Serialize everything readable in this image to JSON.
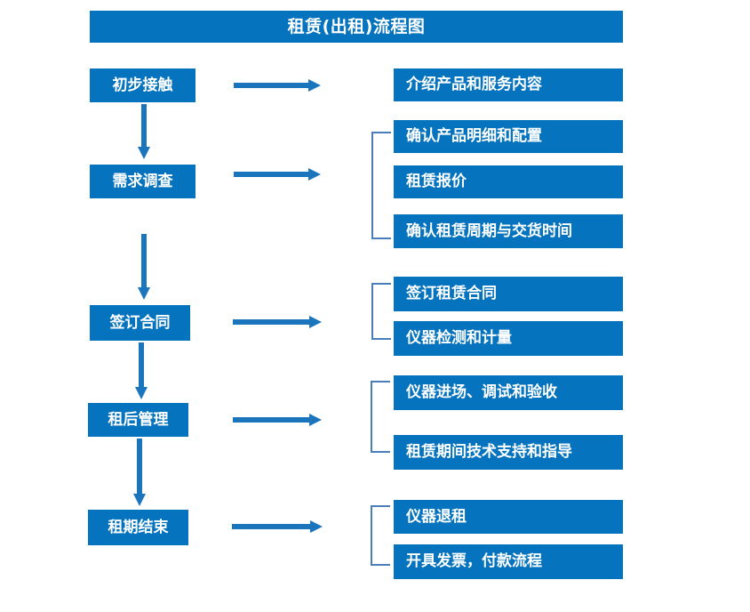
{
  "title": {
    "text": "租赁(出租)流程图"
  },
  "colors": {
    "box_fill": "#0573BD",
    "box_text": "#FFFFFF",
    "arrow": "#1A75BC",
    "bracket": "#4A7EBB",
    "background": "#FFFFFF"
  },
  "stages": [
    {
      "id": "stage-1",
      "label": "初步接触"
    },
    {
      "id": "stage-2",
      "label": "需求调查"
    },
    {
      "id": "stage-3",
      "label": "签订合同"
    },
    {
      "id": "stage-4",
      "label": "租后管理"
    },
    {
      "id": "stage-5",
      "label": "租期结束"
    }
  ],
  "groups": [
    {
      "id": "group-1",
      "stage": "初步接触",
      "bracketed": false,
      "tasks": [
        {
          "id": "task-1-1",
          "label": "介绍产品和服务内容"
        }
      ]
    },
    {
      "id": "group-2",
      "stage": "需求调查",
      "bracketed": true,
      "tasks": [
        {
          "id": "task-2-1",
          "label": "确认产品明细和配置"
        },
        {
          "id": "task-2-2",
          "label": "租赁报价"
        },
        {
          "id": "task-2-3",
          "label": "确认租赁周期与交货时间"
        }
      ]
    },
    {
      "id": "group-3",
      "stage": "签订合同",
      "bracketed": true,
      "tasks": [
        {
          "id": "task-3-1",
          "label": "签订租赁合同"
        },
        {
          "id": "task-3-2",
          "label": "仪器检测和计量"
        }
      ]
    },
    {
      "id": "group-4",
      "stage": "租后管理",
      "bracketed": true,
      "tasks": [
        {
          "id": "task-4-1",
          "label": "仪器进场、调试和验收"
        },
        {
          "id": "task-4-2",
          "label": "租赁期间技术支持和指导"
        }
      ]
    },
    {
      "id": "group-5",
      "stage": "租期结束",
      "bracketed": true,
      "tasks": [
        {
          "id": "task-5-1",
          "label": "仪器退租"
        },
        {
          "id": "task-5-2",
          "label": "开具发票，付款流程"
        }
      ]
    }
  ],
  "chart_data": {
    "type": "diagram",
    "title": "租赁(出租)流程图",
    "diagram_type": "flowchart",
    "orientation": "vertical-with-branches",
    "nodes": [
      {
        "stage": "初步接触",
        "outputs": [
          "介绍产品和服务内容"
        ]
      },
      {
        "stage": "需求调查",
        "outputs": [
          "确认产品明细和配置",
          "租赁报价",
          "确认租赁周期与交货时间"
        ]
      },
      {
        "stage": "签订合同",
        "outputs": [
          "签订租赁合同",
          "仪器检测和计量"
        ]
      },
      {
        "stage": "租后管理",
        "outputs": [
          "仪器进场、调试和验收",
          "租赁期间技术支持和指导"
        ]
      },
      {
        "stage": "租期结束",
        "outputs": [
          "仪器退租",
          "开具发票，付款流程"
        ]
      }
    ],
    "edges": [
      {
        "from": "初步接触",
        "to": "需求调查"
      },
      {
        "from": "需求调查",
        "to": "签订合同"
      },
      {
        "from": "签订合同",
        "to": "租后管理"
      },
      {
        "from": "租后管理",
        "to": "租期结束"
      }
    ]
  }
}
